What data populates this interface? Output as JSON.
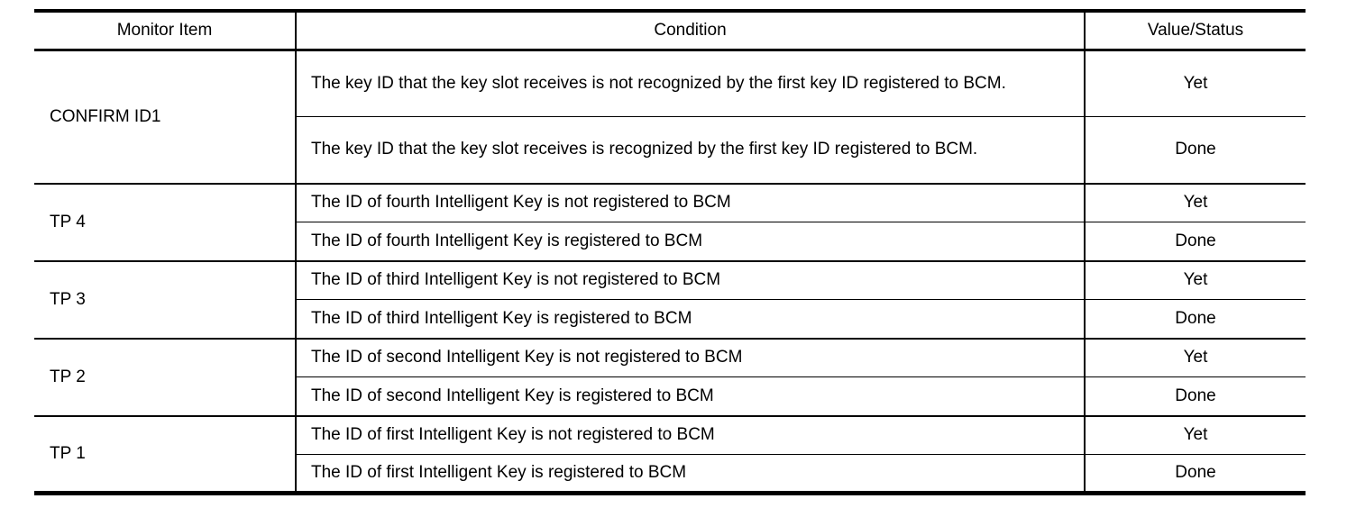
{
  "table": {
    "border_color": "#000000",
    "text_color": "#000000",
    "background_color": "#ffffff",
    "columns": [
      {
        "key": "monitor_item",
        "label": "Monitor Item"
      },
      {
        "key": "condition",
        "label": "Condition"
      },
      {
        "key": "value_status",
        "label": "Value/Status"
      }
    ],
    "groups": [
      {
        "monitor_item": "CONFIRM ID1",
        "rows": [
          {
            "condition": "The key ID that the key slot receives is not recognized by the first key ID registered to BCM.",
            "value_status": "Yet"
          },
          {
            "condition": "The key ID that the key slot receives is recognized by the first key ID registered to BCM.",
            "value_status": "Done"
          }
        ]
      },
      {
        "monitor_item": "TP 4",
        "rows": [
          {
            "condition": "The ID of fourth Intelligent Key is not registered to BCM",
            "value_status": "Yet"
          },
          {
            "condition": "The ID of fourth Intelligent Key is registered to BCM",
            "value_status": "Done"
          }
        ]
      },
      {
        "monitor_item": "TP 3",
        "rows": [
          {
            "condition": "The ID of third Intelligent Key is not registered to BCM",
            "value_status": "Yet"
          },
          {
            "condition": "The ID of third Intelligent Key is registered to BCM",
            "value_status": "Done"
          }
        ]
      },
      {
        "monitor_item": "TP 2",
        "rows": [
          {
            "condition": "The ID of second Intelligent Key is not registered to BCM",
            "value_status": "Yet"
          },
          {
            "condition": "The ID of second Intelligent Key is registered to BCM",
            "value_status": "Done"
          }
        ]
      },
      {
        "monitor_item": "TP 1",
        "rows": [
          {
            "condition": "The ID of first Intelligent Key is not registered to BCM",
            "value_status": "Yet"
          },
          {
            "condition": "The ID of first Intelligent Key is registered to BCM",
            "value_status": "Done"
          }
        ]
      }
    ]
  }
}
